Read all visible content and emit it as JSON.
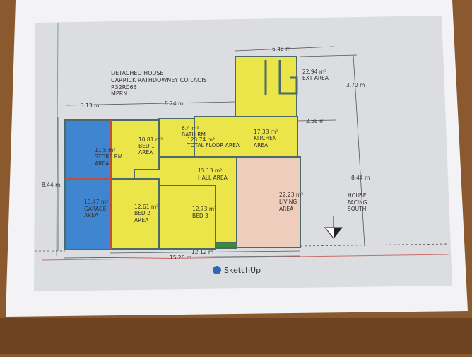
{
  "header": {
    "lines": [
      "DETACHED  HOUSE",
      "CARRICK RATHDOWNEY CO LAOIS",
      "R32RC63",
      "MPRN"
    ]
  },
  "rooms": {
    "ext": {
      "area": "22.94 m²",
      "label": "EXT AREA"
    },
    "bath": {
      "area": "6.4 m²",
      "label": "BATH RM"
    },
    "total": {
      "area": "123.74 m²",
      "label": "TOTAL FLOOR AREA"
    },
    "kitchen": {
      "area": "17.33 m²",
      "label1": "KITCHEN",
      "label2": "AREA"
    },
    "bed1": {
      "area": "10.81 m²",
      "label1": "BED 1",
      "label2": "AREA"
    },
    "store": {
      "area": "11.5 m²",
      "label1": "STORE RM",
      "label2": "AREA"
    },
    "hall": {
      "area": "15.13 m²",
      "label": "HALL AREA"
    },
    "garage": {
      "area": "13.47 m²",
      "label1": "GARAGE",
      "label2": "AREA"
    },
    "bed2": {
      "area": "12.61 m²",
      "label1": "BED 2",
      "label2": "AREA"
    },
    "bed3": {
      "area": "12.73 m²",
      "label": "BED 3"
    },
    "living": {
      "area": "22.23 m²",
      "label1": "LIVING",
      "label2": "AREA"
    }
  },
  "dimensions": {
    "ext_width": "6.46 m",
    "ext_depth": "3.70 m",
    "left_width": "3.13 m",
    "mid_width": "8.24 m",
    "step": "2.58 m",
    "depth_left": "8.44 m",
    "depth_right": "8.44 m",
    "house_width": "12.12 m",
    "site_width": "15.26 m"
  },
  "orientation": {
    "line1": "HOUSE",
    "line2": "FACING",
    "line3": "SOUTH"
  },
  "logo": {
    "text": "SketchUp"
  },
  "colors": {
    "bedrooms": "#ece54a",
    "garage": "#3f85d0",
    "living": "#efcdbd",
    "walls": "#4a6b6a",
    "table": "#8a5a2e"
  }
}
